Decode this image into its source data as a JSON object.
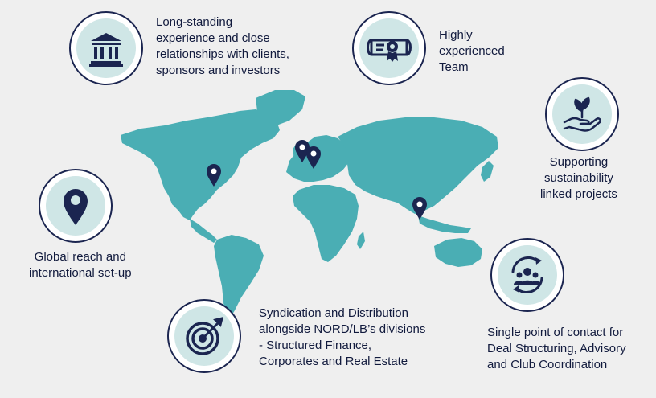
{
  "features": {
    "experience": {
      "icon": "bank-building-icon",
      "lines": [
        "Long-standing",
        "experience and close",
        "relationships with clients,",
        "sponsors and investors"
      ]
    },
    "team": {
      "icon": "diploma-certificate-icon",
      "lines": [
        "Highly",
        "experienced",
        "Team"
      ]
    },
    "sustainability": {
      "icon": "hand-plant-icon",
      "lines": [
        "Supporting",
        "sustainability",
        "linked projects"
      ]
    },
    "global": {
      "icon": "location-pin-icon",
      "lines": [
        "Global reach and",
        "international set-up"
      ]
    },
    "syndication": {
      "icon": "target-arrow-icon",
      "lines": [
        "Syndication and Distribution",
        "alongside NORD/LB’s divisions",
        "- Structured Finance,",
        "Corporates and Real Estate"
      ]
    },
    "contact": {
      "icon": "team-cycle-icon",
      "lines": [
        "Single point of contact for",
        "Deal Structuring, Advisory",
        "and Club Coordination"
      ]
    }
  },
  "colors": {
    "map": "#4aaeb4",
    "navy": "#1b2550",
    "circle_fill": "#cfe6e6",
    "background": "#efefef"
  }
}
